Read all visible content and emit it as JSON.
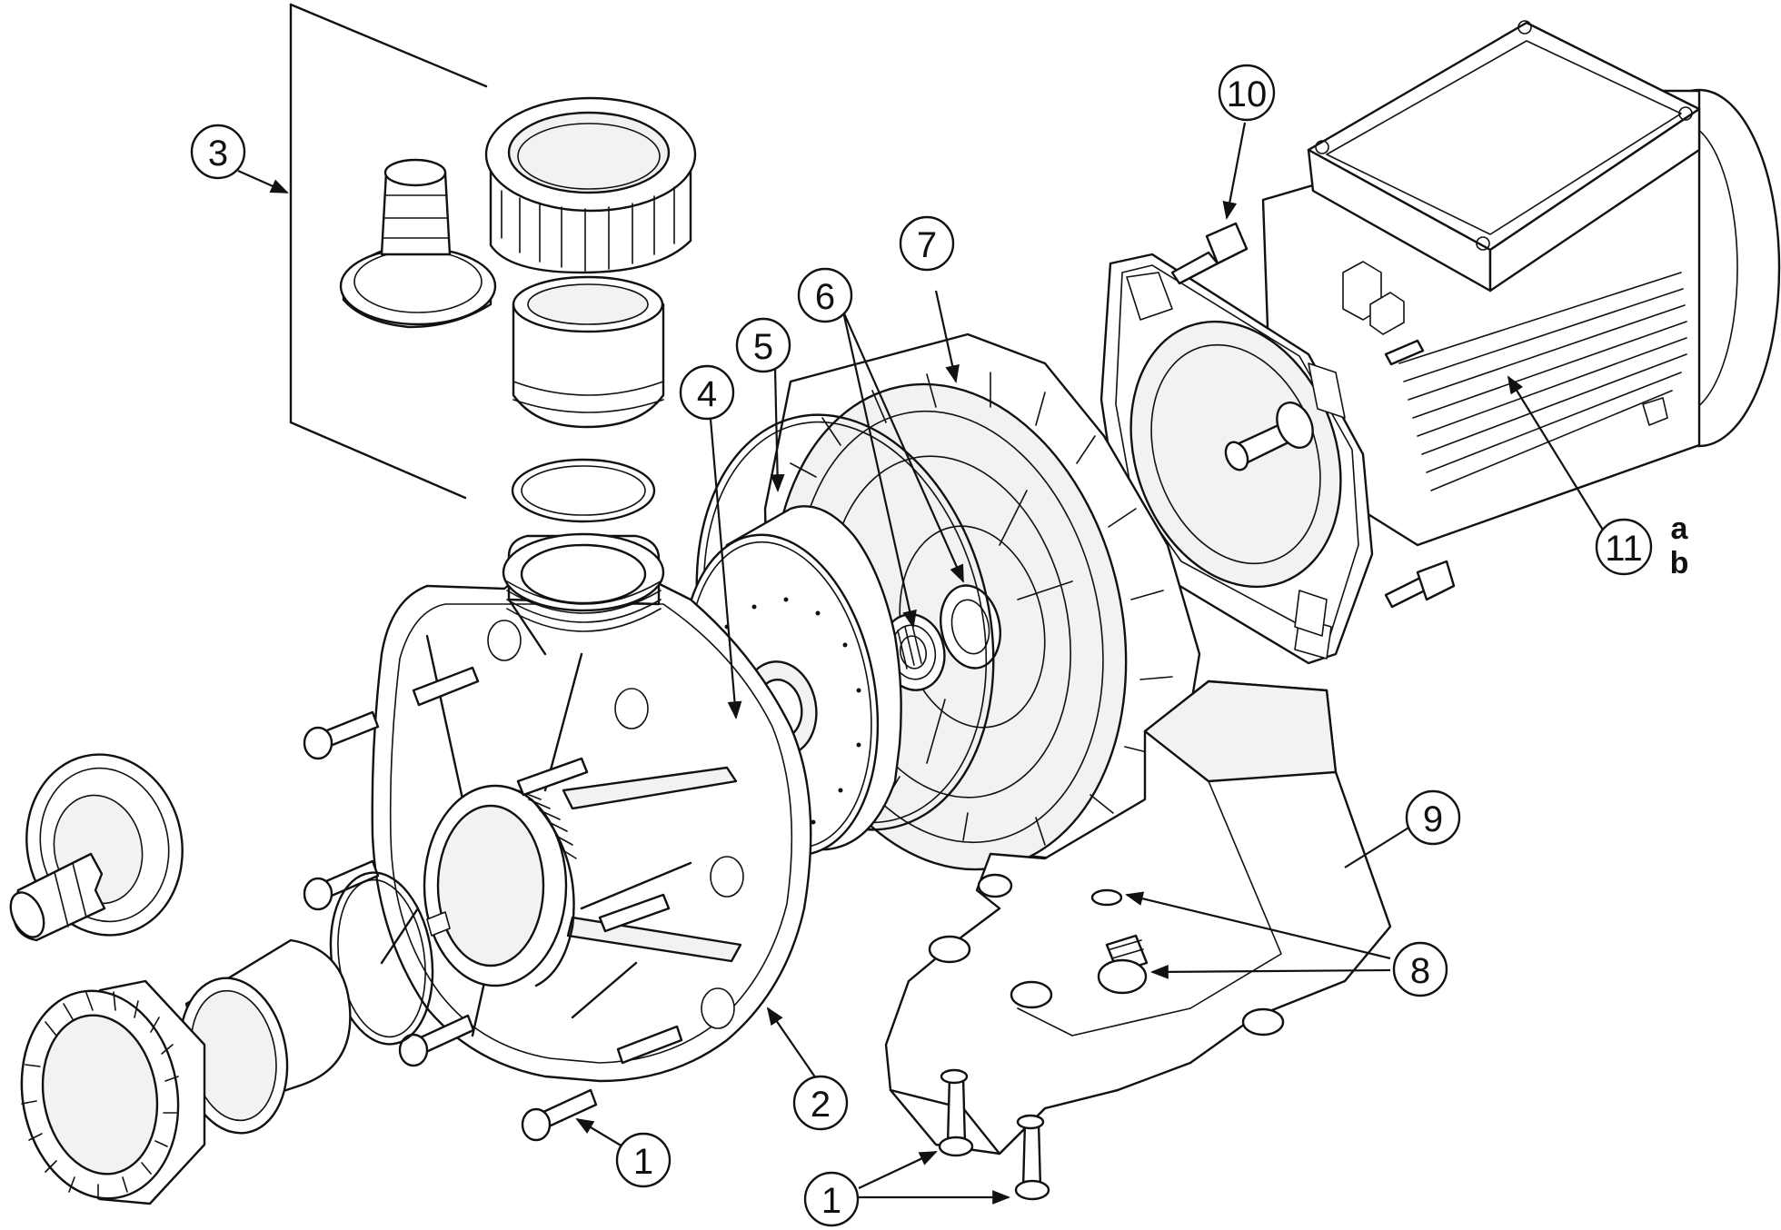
{
  "callouts": [
    {
      "id": "c1a",
      "label": "1"
    },
    {
      "id": "c1b",
      "label": "1"
    },
    {
      "id": "c2",
      "label": "2"
    },
    {
      "id": "c3",
      "label": "3"
    },
    {
      "id": "c4",
      "label": "4"
    },
    {
      "id": "c5",
      "label": "5"
    },
    {
      "id": "c6",
      "label": "6"
    },
    {
      "id": "c7",
      "label": "7"
    },
    {
      "id": "c8",
      "label": "8"
    },
    {
      "id": "c9",
      "label": "9"
    },
    {
      "id": "c10",
      "label": "10"
    },
    {
      "id": "c11",
      "label": "11"
    }
  ],
  "variants": {
    "a": "a",
    "b": "b"
  },
  "colors": {
    "line": "#111111",
    "background": "#ffffff",
    "shade": "#f2f2f2"
  }
}
